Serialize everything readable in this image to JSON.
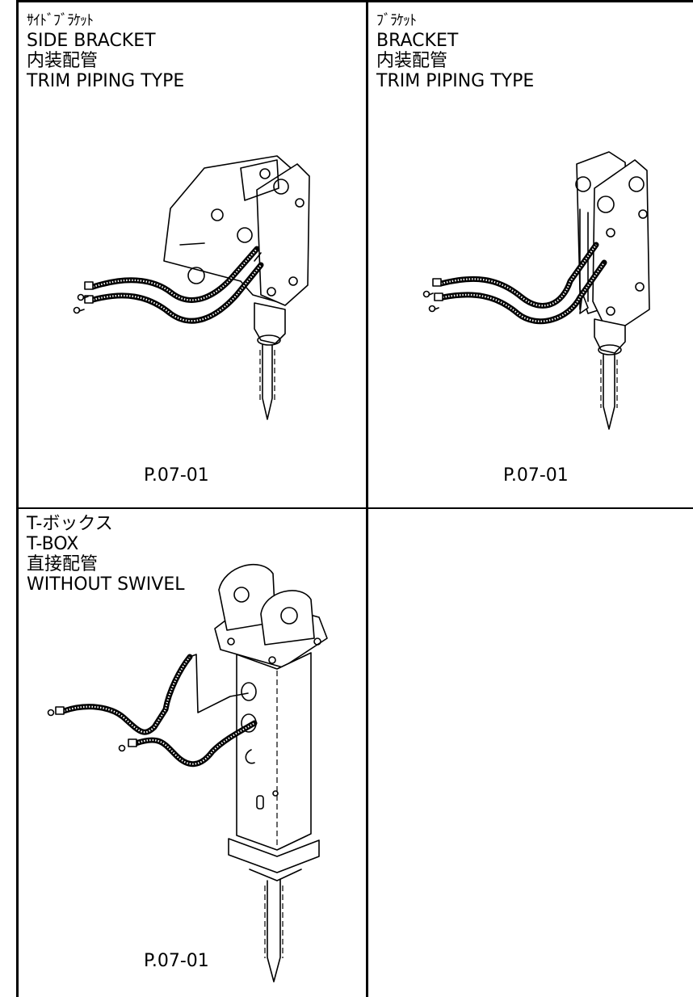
{
  "cells": [
    {
      "title_jp": "ｻｲﾄﾞﾌﾞﾗｹｯﾄ",
      "title_en": "SIDE BRACKET",
      "type_jp": "内装配管",
      "type_en": "TRIM PIPING TYPE",
      "page_ref": "P.07-01"
    },
    {
      "title_jp": "ﾌﾞﾗｹｯﾄ",
      "title_en": "BRACKET",
      "type_jp": "内装配管",
      "type_en": "TRIM PIPING TYPE",
      "page_ref": "P.07-01"
    },
    {
      "title_jp": "T-ボックス",
      "title_en": "T-BOX",
      "type_jp": "直接配管",
      "type_en": "WITHOUT SWIVEL",
      "page_ref": "P.07-01"
    }
  ]
}
